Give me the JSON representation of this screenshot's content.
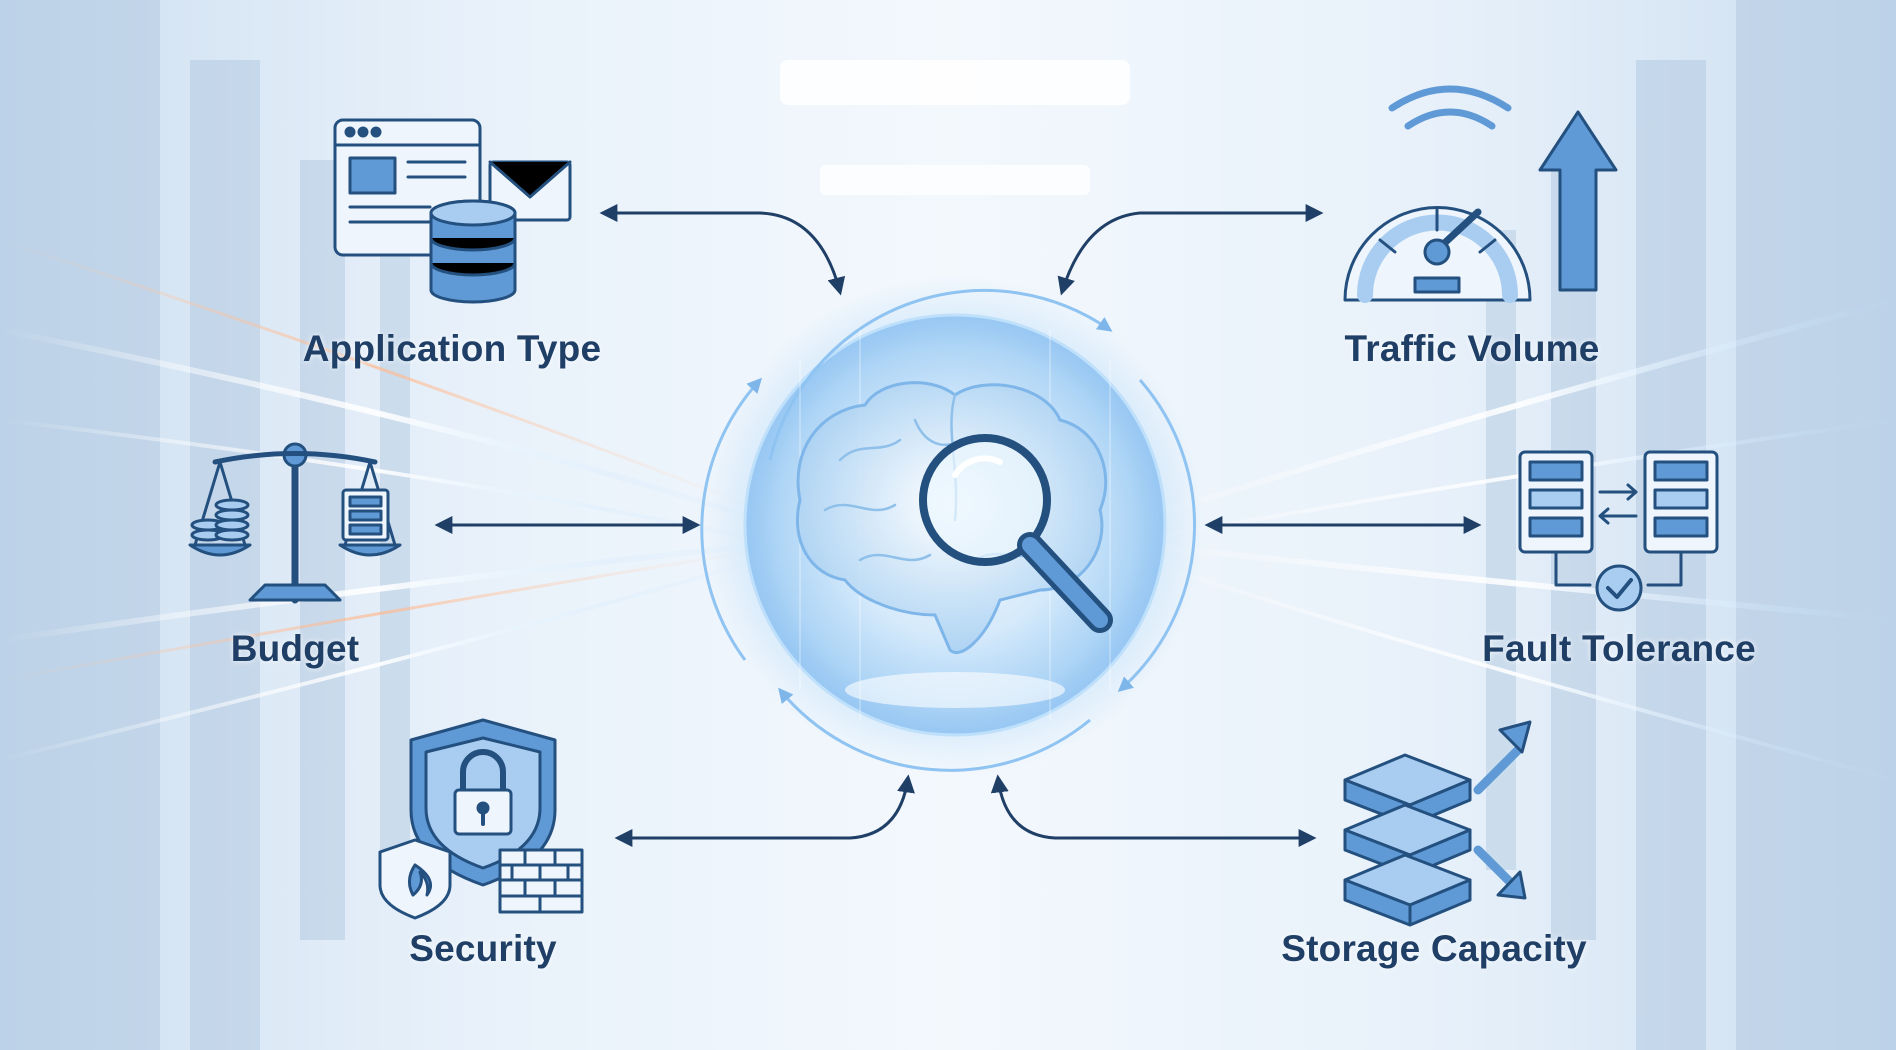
{
  "nodes": {
    "application_type": {
      "label": "Application Type",
      "icon": "web-app-database-mail-icon"
    },
    "traffic_volume": {
      "label": "Traffic Volume",
      "icon": "speedometer-wifi-arrow-icon"
    },
    "budget": {
      "label": "Budget",
      "icon": "balance-scale-icon"
    },
    "fault_tolerance": {
      "label": "Fault Tolerance",
      "icon": "redundant-servers-icon"
    },
    "security": {
      "label": "Security",
      "icon": "shield-lock-firewall-icon"
    },
    "storage_capacity": {
      "label": "Storage Capacity",
      "icon": "storage-stack-scale-icon"
    }
  },
  "center": {
    "icon": "brain-magnifier-icon"
  },
  "colors": {
    "icon_stroke": "#24507f",
    "icon_fill": "#5f9ad6",
    "icon_fill_light": "#a9cdf0",
    "label": "#1f3f66",
    "arrow": "#1f3f66",
    "hub_glow": "#8fc3f2"
  }
}
